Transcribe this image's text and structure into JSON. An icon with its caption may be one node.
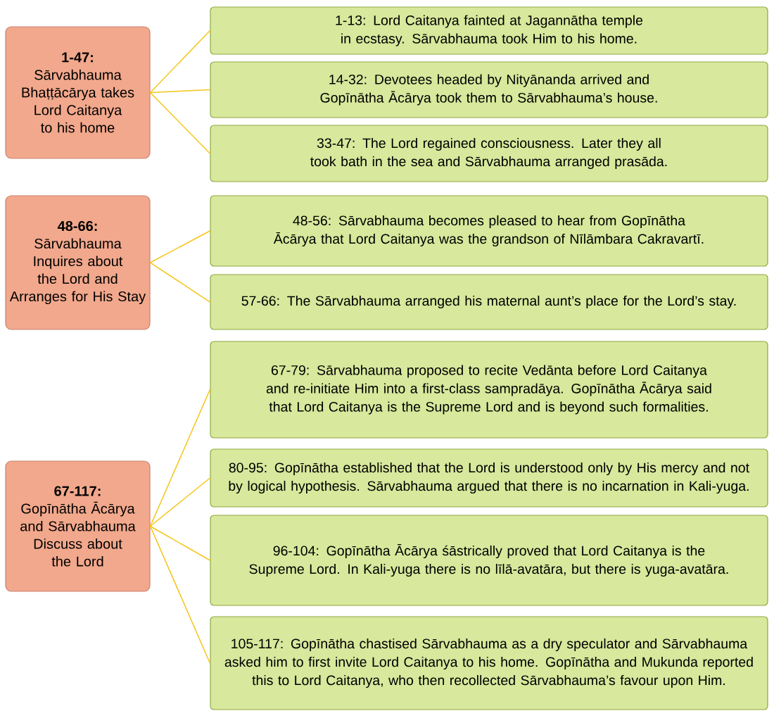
{
  "diagram": {
    "nodes": [
      {
        "text": [
          "1-47:",
          "Sārvabhauma Bhaṭṭācārya takes Lord Caitanya to his home"
        ]
      },
      {
        "text": [
          "1-13: Lord Caitanya fainted at Jagannātha temple in ecstasy. Sārvabhauma took Him to his home."
        ]
      },
      {
        "text": [
          "14-32: Devotees headed by Nityānanda arrived and Gopīnātha Ācārya took them to Sārvabhauma’s house."
        ]
      },
      {
        "text": [
          "33-47: The Lord regained consciousness. Later they all took bath in the sea and Sārvabhauma arranged prasāda."
        ]
      },
      {
        "text": [
          "48-66:",
          "Sārvabhauma Inquires about the Lord and Arranges for His Stay"
        ]
      },
      {
        "text": [
          "48-56: Sārvabhauma becomes pleased to hear from Gopīnātha Ācārya that Lord Caitanya was the grandson of Nīlāmbara Cakravartī."
        ]
      },
      {
        "text": [
          "57-66: The Sārvabhauma arranged his maternal aunt’s place for the Lord’s stay."
        ]
      },
      {
        "text": [
          "67-117:",
          "Gopīnātha Ācārya and Sārvabhauma Discuss about the Lord"
        ]
      },
      {
        "text": [
          "67-79: Sārvabhauma proposed to recite Vedānta before Lord Caitanya and re-initiate Him into a first-class sampradāya. Gopīnātha Ācārya said that Lord Caitanya is the Supreme Lord and is beyond such formalities."
        ]
      },
      {
        "text": [
          "80-95: Gopīnātha established that the Lord is understood only by His mercy and not by logical hypothesis. Sārvabhauma argued that there is no incarnation in Kali-yuga."
        ]
      },
      {
        "text": [
          "96-104: Gopīnātha Ācārya śāstrically proved that Lord Caitanya is the Supreme Lord. In Kali-yuga there is no līlā-avatāra, but there is yuga-avatāra."
        ]
      },
      {
        "text": [
          "105-117: Gopīnātha chastised Sārvabhauma as a dry speculator and Sārvabhauma asked him to first invite Lord Caitanya to his home. Gopīnātha and Mukunda reported this to Lord Caitanya, who then recollected Sārvabhauma’s favour upon Him."
        ]
      }
    ],
    "edges": [
      {
        "from": 0,
        "to": 1,
        "arrow": "none"
      },
      {
        "from": 0,
        "to": 2,
        "arrow": "none"
      },
      {
        "from": 0,
        "to": 3,
        "arrow": "none"
      },
      {
        "from": 4,
        "to": 5,
        "arrow": "none"
      },
      {
        "from": 4,
        "to": 6,
        "arrow": "none"
      },
      {
        "from": 7,
        "to": 8,
        "arrow": "none"
      },
      {
        "from": 7,
        "to": 9,
        "arrow": "none"
      },
      {
        "from": 7,
        "to": 10,
        "arrow": "none"
      },
      {
        "from": 7,
        "to": 11,
        "arrow": "none"
      }
    ]
  }
}
